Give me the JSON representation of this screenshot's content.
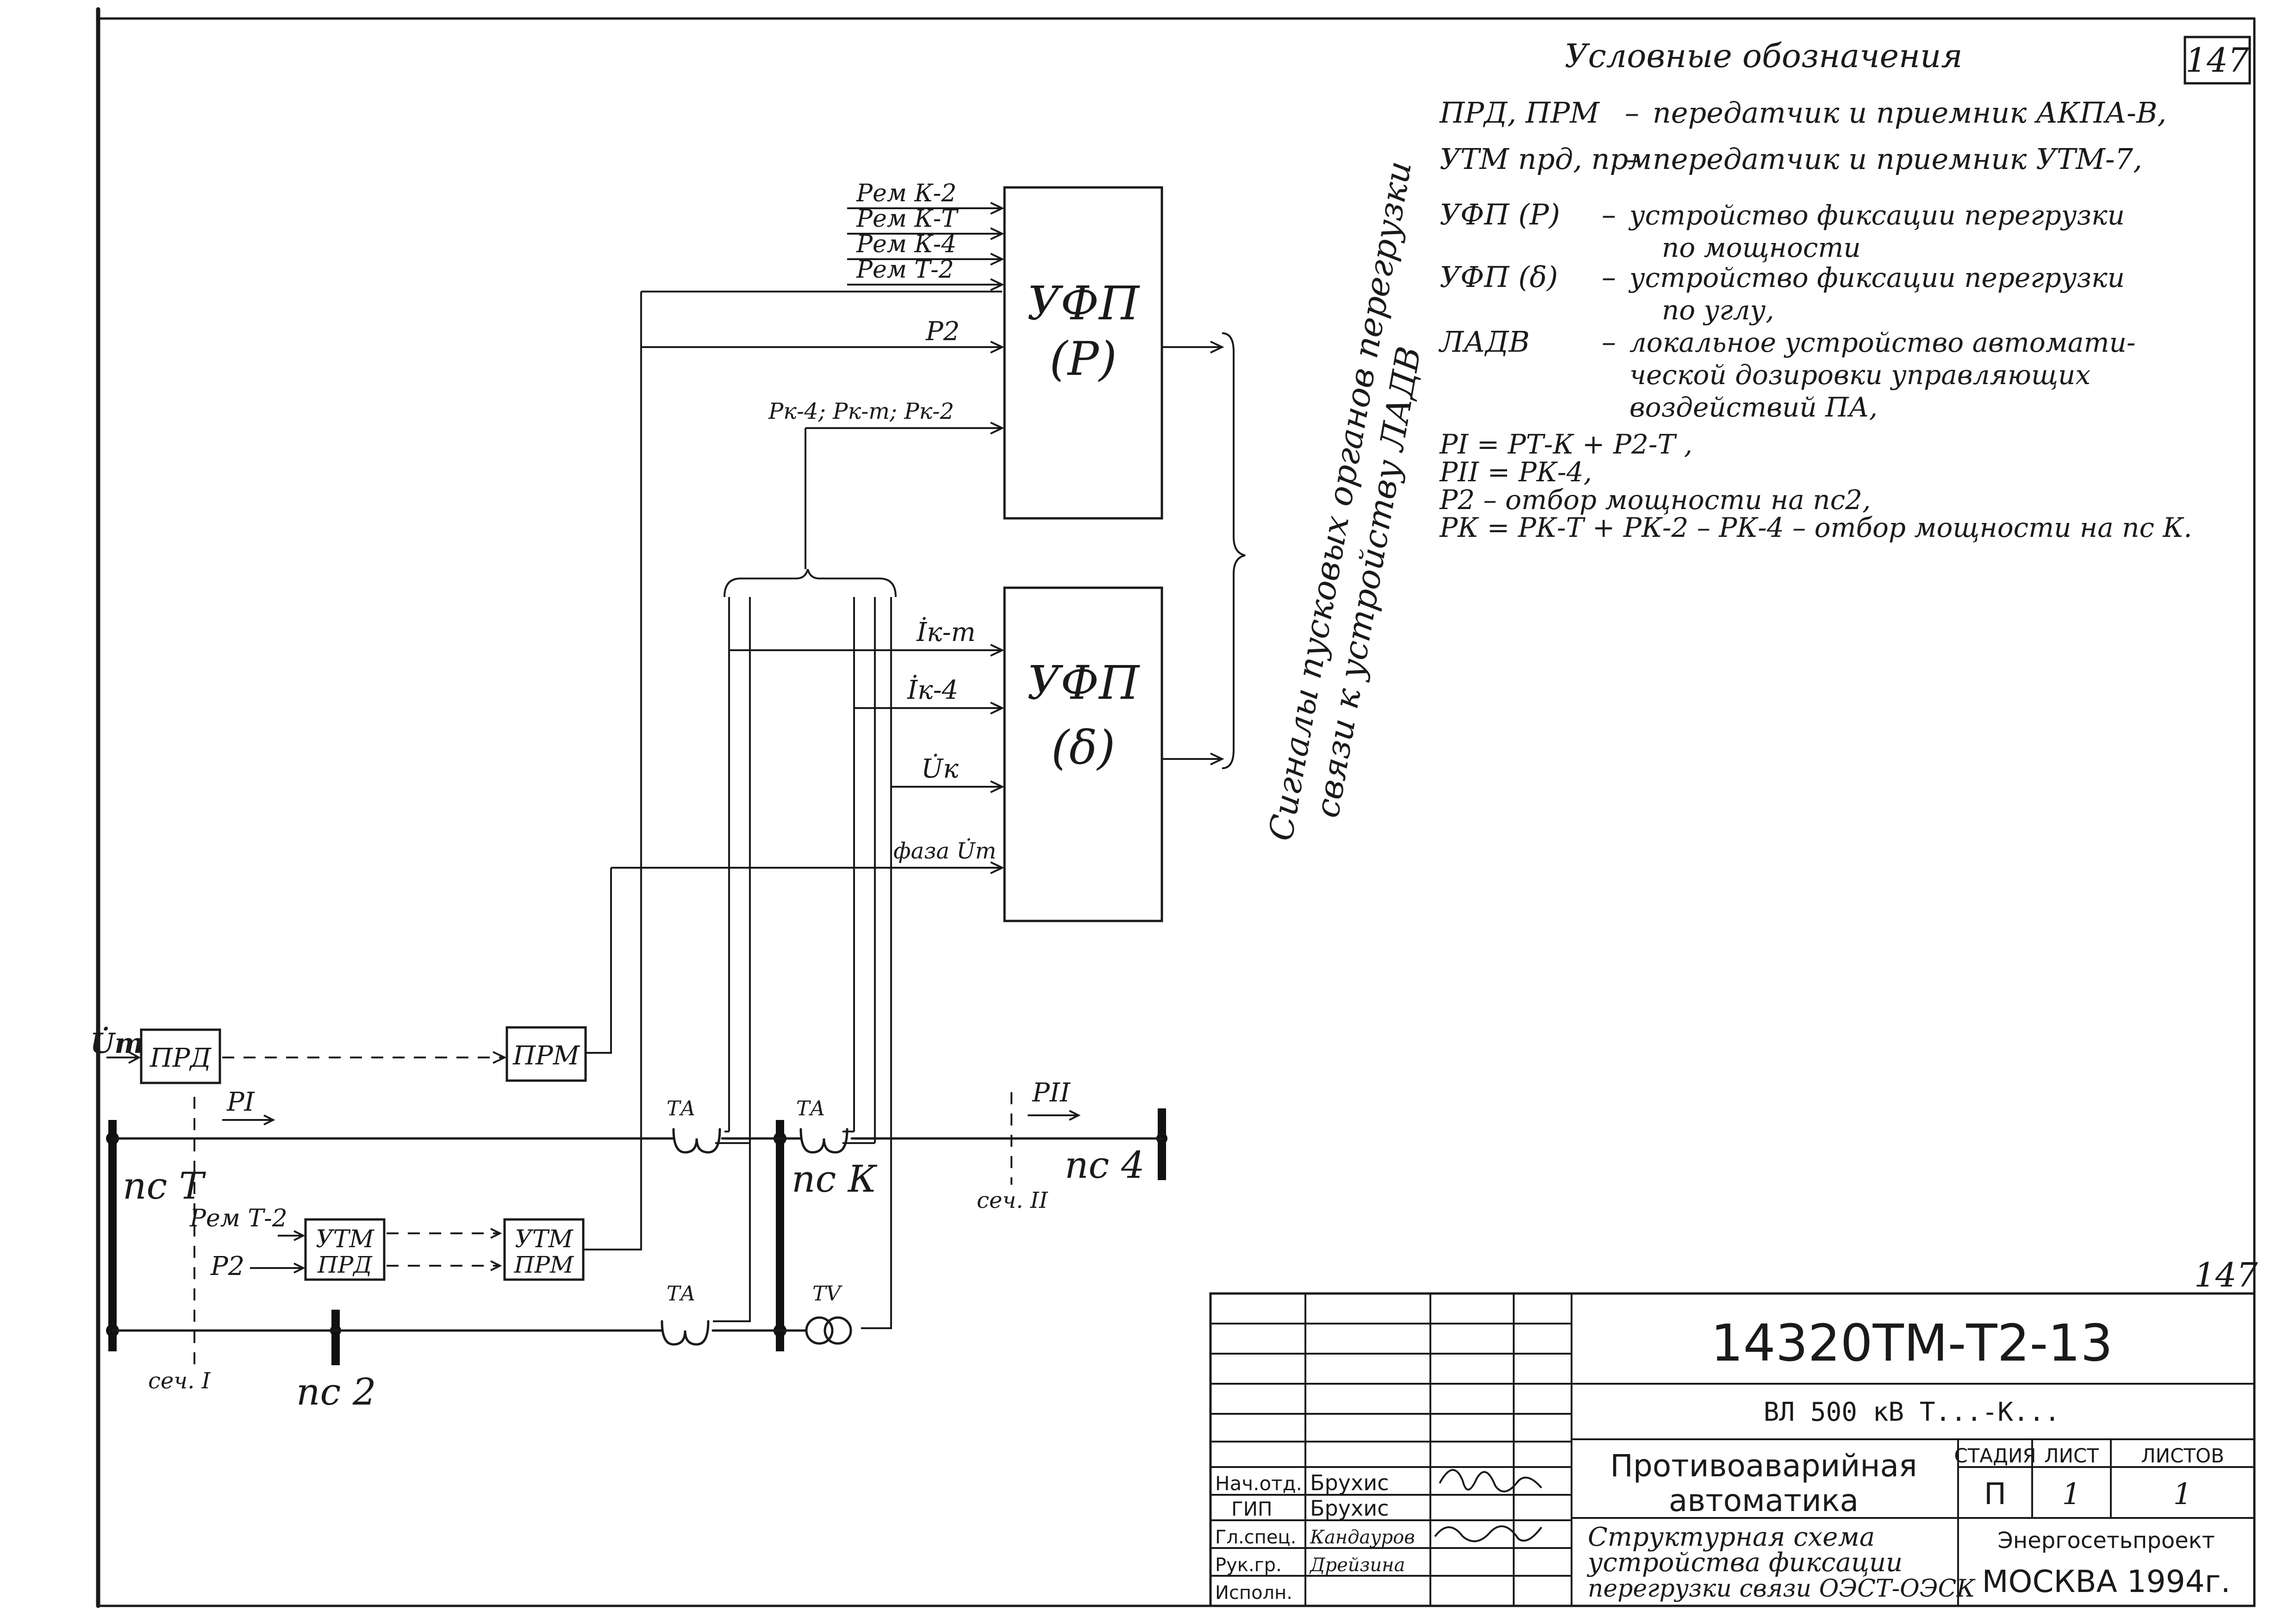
{
  "sheet_number_top": "147",
  "sheet_number_bottom": "147",
  "legend": {
    "title": "Условные обозначения",
    "rows": [
      {
        "term": "ПРД, ПРМ",
        "dash": "–",
        "text": "передатчик и приемник АКПА-В,"
      },
      {
        "term": "УТМ прд, прм",
        "dash": "–",
        "text": "передатчик и приемник УТМ-7,"
      },
      {
        "term": "УФП (Р)",
        "dash": "–",
        "text": "устройство фиксации перегрузки",
        "text2": "по мощности"
      },
      {
        "term": "УФП (δ)",
        "dash": "–",
        "text": "устройство фиксации перегрузки",
        "text2": "по углу,"
      },
      {
        "term": "ЛАДВ",
        "dash": "–",
        "text": "локальное устройство автомати-",
        "text2": "ческой дозировки управляющих",
        "text3": "воздействий ПА,"
      }
    ],
    "formulas": [
      "PI = PТ-К + P2-Т ,",
      "PII = PК-4,",
      "P2 – отбор мощности на пс2,",
      "PК = PК-Т + PК-2 – PК-4 – отбор мощности на пс К."
    ]
  },
  "blocks": {
    "ufp_p_line1": "УФП",
    "ufp_p_line2": "(Р)",
    "ufp_d_line1": "УФП",
    "ufp_d_line2": "(δ)",
    "prd": "ПРД",
    "prm": "ПРМ",
    "utm_prd_1": "УТМ",
    "utm_prd_2": "ПРД",
    "utm_prm_1": "УТМ",
    "utm_prm_2": "ПРМ"
  },
  "inputs_p": [
    "Рем К-2",
    "Рем К-Т",
    "Рем К-4",
    "Рем Т-2"
  ],
  "input_p2": "P2",
  "input_pk": "Pк-4; Pк-т; Pк-2",
  "inputs_d": [
    "İк-т",
    "İк-4",
    "U̇к",
    "фаза U̇т"
  ],
  "vertical_label_1": "Сигналы пусковых органов перегрузки",
  "vertical_label_2": "связи к устройству ЛАДВ",
  "labels": {
    "ut_in": "U̇т",
    "p1": "PI",
    "p2_arrow": "PII",
    "ps_t": "пс Т",
    "ps_k": "пс К",
    "ps_4": "пс 4",
    "ps_2": "пс 2",
    "sec1": "сеч. I",
    "sec2": "сеч. II",
    "ta1": "ТА",
    "ta2": "ТА",
    "ta3": "ТА",
    "tv": "TV",
    "rem_t2": "Рем Т-2",
    "p2": "P2"
  },
  "title_block": {
    "code": "14320ТМ-Т2-13",
    "line": "ВЛ 500 кВ Т...-К...",
    "project_1": "Противоаварийная",
    "project_2": "автоматика",
    "desc_1": "Структурная схема",
    "desc_2": "устройства фиксации",
    "desc_3": "перегрузки связи ОЭСТ-ОЭСК",
    "col_stage": "СТАДИЯ",
    "col_sheet": "ЛИСТ",
    "col_sheets": "ЛИСТОВ",
    "val_stage": "П",
    "val_sheet": "1",
    "val_sheets": "1",
    "org": "Энергосетьпроект",
    "city_year": "МОСКВА 1994г.",
    "staff": [
      {
        "role": "Нач.отд.",
        "name": "Брухис"
      },
      {
        "role": "ГИП",
        "name": "Брухис"
      },
      {
        "role": "Гл.спец.",
        "name": "Кандауров"
      },
      {
        "role": "Рук.гр.",
        "name": "Дрейзина"
      },
      {
        "role": "Исполн.",
        "name": ""
      }
    ]
  }
}
